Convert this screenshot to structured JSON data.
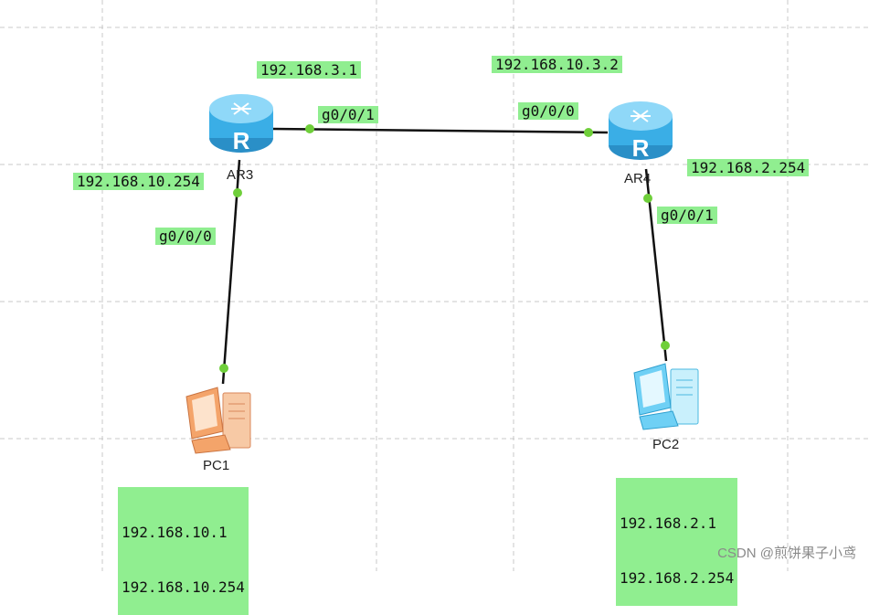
{
  "devices": {
    "ar3": {
      "name": "AR3"
    },
    "ar4": {
      "name": "AR4"
    },
    "pc1": {
      "name": "PC1"
    },
    "pc2": {
      "name": "PC2"
    }
  },
  "labels": {
    "ar3_ip_top": "192.168.3.1",
    "ar3_ip_left": "192.168.10.254",
    "ar3_port_right": "g0/0/1",
    "ar3_port_down": "g0/0/0",
    "ar4_ip_top": "192.168.10.3.2",
    "ar4_port_left": "g0/0/0",
    "ar4_ip_right": "192.168.2.254",
    "ar4_port_down": "g0/0/1",
    "pc1_ip": "192.168.10.1",
    "pc1_gateway": "192.168.10.254",
    "pc2_ip": "192.168.2.1",
    "pc2_gateway": "192.168.2.254"
  },
  "watermark": "CSDN @煎饼果子小鸢",
  "colors": {
    "label_bg": "#90ee90",
    "port": "#6fcf3a",
    "router": "#3aaee6",
    "pc1": "#f4a46a",
    "pc2": "#6fd0f5"
  }
}
